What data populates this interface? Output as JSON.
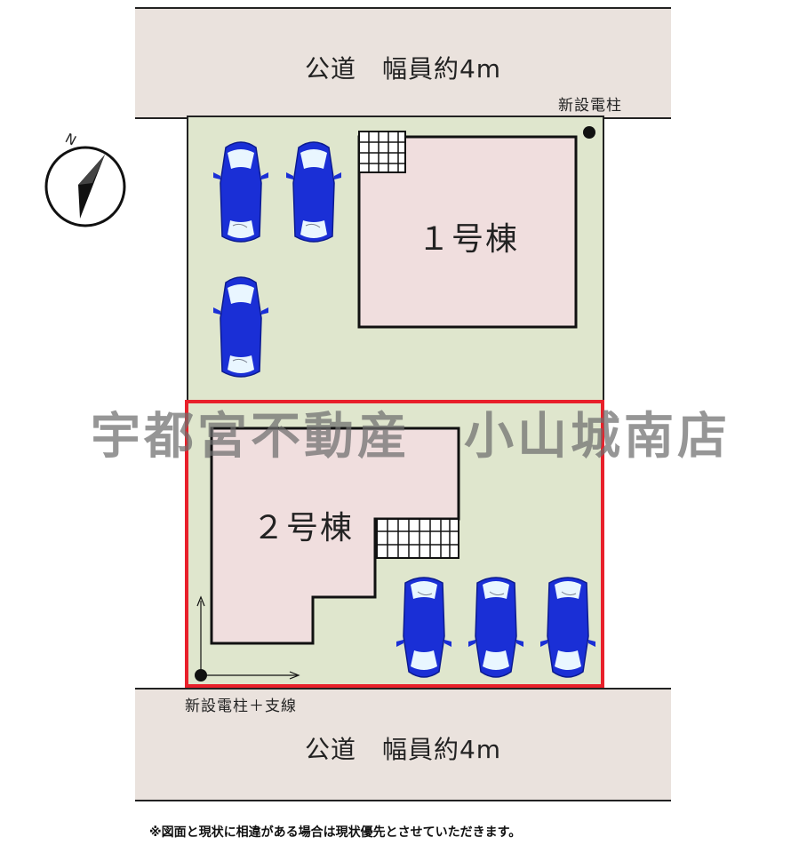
{
  "roads": {
    "top_label": "公道　幅員約4m",
    "bottom_label": "公道　幅員約4m"
  },
  "poles": {
    "top_label": "新設電柱",
    "bottom_label": "新設電柱＋支線"
  },
  "compass": {
    "north_label": "N"
  },
  "buildings": [
    {
      "label": "１号棟"
    },
    {
      "label": "２号棟"
    }
  ],
  "watermark": "宇都宮不動産　小山城南店",
  "note": "※図面と現状に相違がある場合は現状優先とさせていただきます。",
  "colors": {
    "road": "#eae2dd",
    "lot": "#dfe6cd",
    "house": "#f0dede",
    "highlight": "#e8202a",
    "car": "#1a2fd6"
  },
  "parking": {
    "lot1_cars": 3,
    "lot2_cars": 3
  }
}
